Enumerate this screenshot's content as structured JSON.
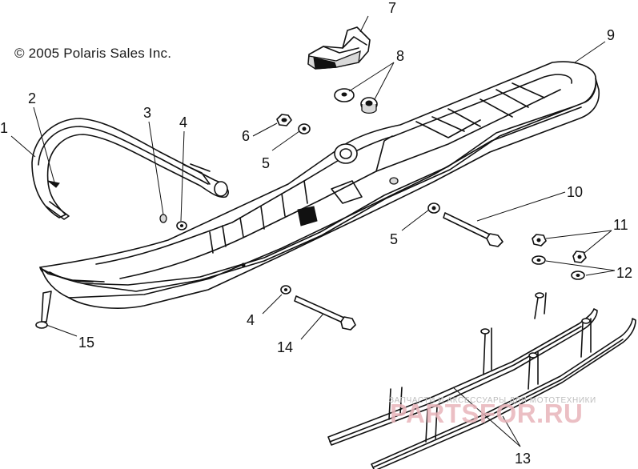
{
  "copyright": "© 2005 Polaris Sales Inc.",
  "callouts": {
    "c1": "1",
    "c2": "2",
    "c3": "3",
    "c4a": "4",
    "c4b": "4",
    "c5a": "5",
    "c5b": "5",
    "c6": "6",
    "c7": "7",
    "c8": "8",
    "c9": "9",
    "c10": "10",
    "c11": "11",
    "c12": "12",
    "c13": "13",
    "c14": "14",
    "c15": "15"
  },
  "watermark": {
    "tagline": "ЗАПЧАСТИ И АКСЕССУАРЫ ДЛЯ МОТОТЕХНИКИ",
    "brand": "PARTSFOR.RU"
  },
  "colors": {
    "line": "#111111",
    "background": "#ffffff",
    "watermark_brand": "#e8b4ba",
    "watermark_tagline": "#bdbdbd"
  }
}
